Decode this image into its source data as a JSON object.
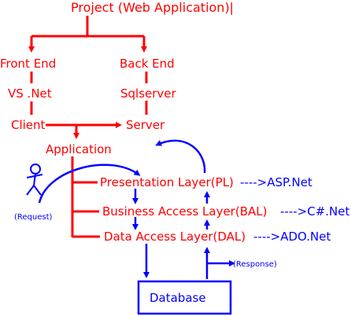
{
  "project": "Project (Web Application)|",
  "front_end": "Front End",
  "back_end": "Back End",
  "front_tool": "VS .Net",
  "back_tool": "Sqlserver",
  "client": "Client",
  "server": "Server",
  "application": "Application",
  "request": "(Request)",
  "response": "(Response)",
  "database": "Database",
  "layers": {
    "pl": "Presentation Layer(PL)",
    "pl_tech": "---->ASP.Net",
    "bal": "Business Access Layer(BAL)",
    "bal_tech": "---->C#.Net",
    "dal": "Data Access Layer(DAL)",
    "dal_tech": "---->ADO.Net"
  },
  "colors": {
    "primary": "#ff0000",
    "secondary": "#0000ff",
    "background": "#ffffff"
  }
}
